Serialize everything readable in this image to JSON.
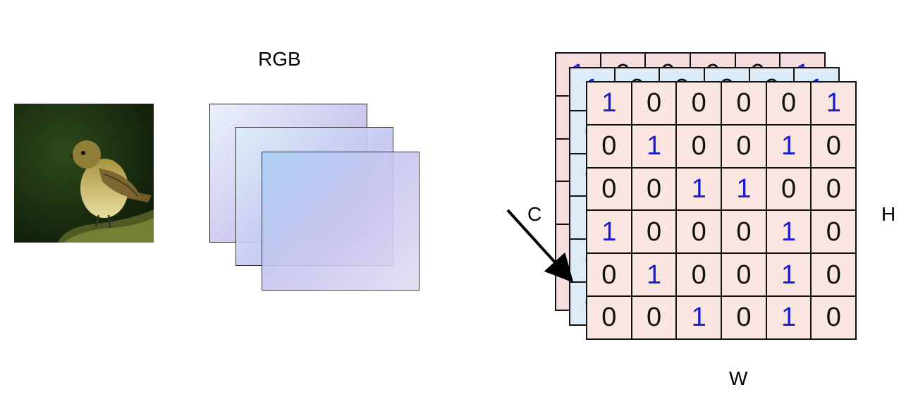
{
  "labels": {
    "rgb": "RGB",
    "c": "C",
    "h": "H",
    "w": "W"
  },
  "images": {
    "bird": "bird-photo"
  },
  "matrix": [
    [
      1,
      0,
      0,
      0,
      0,
      1
    ],
    [
      0,
      1,
      0,
      0,
      1,
      0
    ],
    [
      0,
      0,
      1,
      1,
      0,
      0
    ],
    [
      1,
      0,
      0,
      0,
      1,
      0
    ],
    [
      0,
      1,
      0,
      0,
      1,
      0
    ],
    [
      0,
      0,
      1,
      0,
      1,
      0
    ]
  ],
  "colors": {
    "one": "#1c1ccf",
    "zero": "#111111",
    "front_plane": "#f9e6e0",
    "middle_plane": "#dcebf6",
    "back_plane": "#f6dede"
  }
}
